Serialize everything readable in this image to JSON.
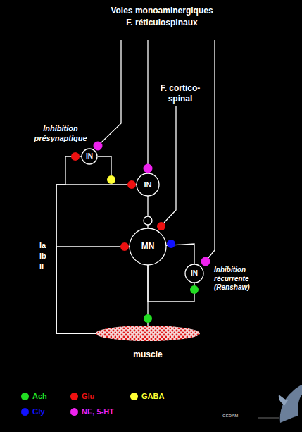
{
  "diagram": {
    "nodes": [
      {
        "text": [
          "IN"
        ]
      },
      {
        "text": [
          "IN"
        ]
      },
      {
        "text": [
          "MN"
        ]
      },
      {
        "text": [
          "IN"
        ]
      },
      {
        "text": [
          "muscle"
        ]
      }
    ],
    "edges": [
      {
        "from": 4,
        "to": 1,
        "arrow": "none"
      },
      {
        "from": 4,
        "to": 2,
        "arrow": "none"
      },
      {
        "from": 4,
        "to": 0,
        "arrow": "none"
      },
      {
        "from": 1,
        "to": 2,
        "arrow": "none"
      },
      {
        "from": 2,
        "to": 4,
        "arrow": "none"
      },
      {
        "from": 2,
        "to": 3,
        "arrow": "none"
      },
      {
        "from": 3,
        "to": 2,
        "arrow": "none"
      }
    ],
    "labels": [
      "Voies monoaminergiques",
      "F. réticulospinaux",
      "F. cortico- spinal",
      "Inhibition présynaptique",
      "Ia",
      "Ib",
      "II",
      "Inhibition récurrente (Renshaw)",
      "GEDAM"
    ],
    "legend": [
      {
        "text": "Ach",
        "color": "#22dd22"
      },
      {
        "text": "Glu",
        "color": "#ee1111"
      },
      {
        "text": "GABA",
        "color": "#ffff33"
      },
      {
        "text": "Gly",
        "color": "#1111ff"
      },
      {
        "text": "NE, 5-HT",
        "color": "#ee22ee"
      }
    ]
  }
}
